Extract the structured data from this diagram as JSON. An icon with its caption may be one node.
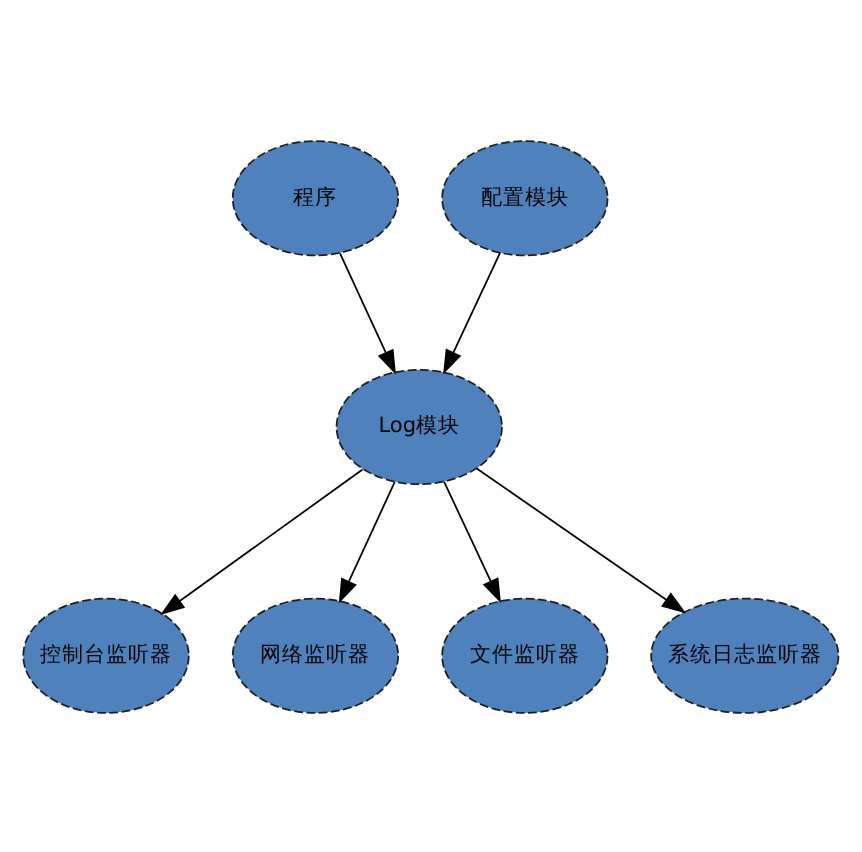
{
  "diagram": {
    "nodes": [
      {
        "text": [
          "程序"
        ]
      },
      {
        "text": [
          "配置模块"
        ]
      },
      {
        "text": [
          "Log模块"
        ]
      },
      {
        "text": [
          "控制台监听器"
        ]
      },
      {
        "text": [
          "网络监听器"
        ]
      },
      {
        "text": [
          "文件监听器"
        ]
      },
      {
        "text": [
          "系统日志监听器"
        ]
      }
    ],
    "edges": [
      {
        "from": 0,
        "to": 2,
        "arrow": "to"
      },
      {
        "from": 1,
        "to": 2,
        "arrow": "to"
      },
      {
        "from": 2,
        "to": 3,
        "arrow": "to"
      },
      {
        "from": 2,
        "to": 4,
        "arrow": "to"
      },
      {
        "from": 2,
        "to": 5,
        "arrow": "to"
      },
      {
        "from": 2,
        "to": 6,
        "arrow": "to"
      }
    ]
  }
}
